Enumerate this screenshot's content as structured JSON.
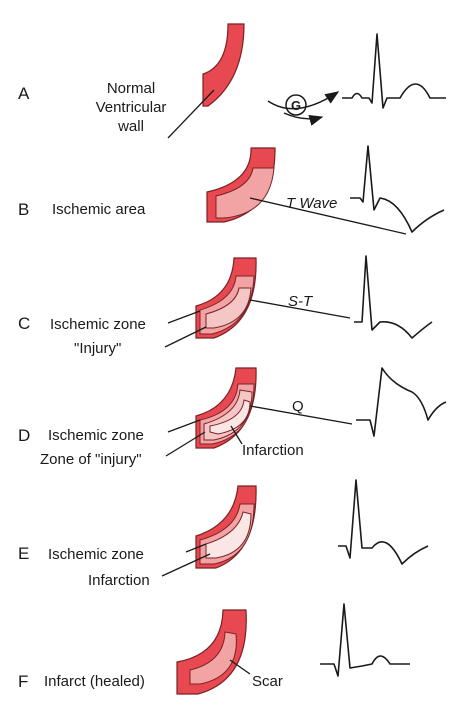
{
  "panels": [
    {
      "letter": "A",
      "label": "Normal\nVentricular\nwall",
      "marker": "G"
    },
    {
      "letter": "B",
      "label": "Ischemic area",
      "wave_label": "T Wave"
    },
    {
      "letter": "C",
      "label": "Ischemic zone",
      "label2": "\"Injury\"",
      "wave_label": "S-T"
    },
    {
      "letter": "D",
      "label": "Ischemic zone",
      "label2": "Zone of \"injury\"",
      "label3": "Infarction",
      "wave_label": "Q"
    },
    {
      "letter": "E",
      "label": "Ischemic zone",
      "label2": "Infarction"
    },
    {
      "letter": "F",
      "label": "Infarct (healed)",
      "label2": "Scar"
    }
  ],
  "colors": {
    "normal_wall": "#e8484f",
    "ischemic": "#f2a4a4",
    "injury": "#f4c6c6",
    "infarction": "#fbe6e6",
    "outline": "#7a2226",
    "ink": "#1a1a1a"
  }
}
